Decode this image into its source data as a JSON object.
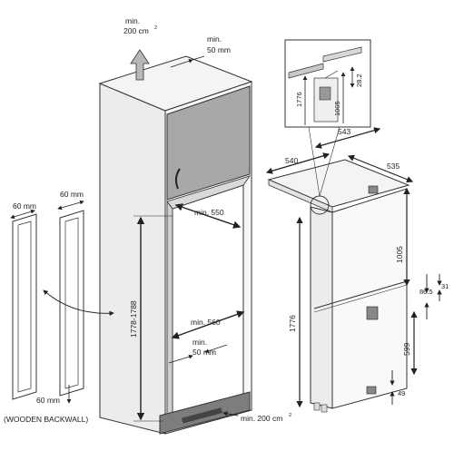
{
  "labels": {
    "vent_top": "min.",
    "vent_top_2": "200 cm",
    "vent_top_sup": "2",
    "top_gap": "min.",
    "top_gap_2": "50 mm",
    "side_strip_left": "60 mm",
    "side_strip_right": "60 mm",
    "bottom_strip": "60 mm",
    "wooden_backwall": "(WOODEN BACKWALL)",
    "depth_550": "min. 550",
    "width_560": "min. 560",
    "rear_gap": "min.",
    "rear_gap_2": "50 mm",
    "niche_height": "1778-1788",
    "plinth_vent": "min. 200 cm",
    "plinth_vent_sup": "2",
    "dim_540": "540",
    "dim_543": "543",
    "dim_535": "535",
    "dim_1776": "1776",
    "dim_1005": "1005",
    "dim_599": "599",
    "dim_86_5": "86.5",
    "dim_31": "31",
    "dim_49": "49",
    "inset_1776": "1776",
    "inset_1005": "1005",
    "inset_28_2": "28.2"
  },
  "colors": {
    "line": "#333333",
    "cabinet_side": "#e8e8e8",
    "cabinet_front": "#f3f3f3",
    "door_panel": "#a9a9a9",
    "plinth": "#7a7a7a",
    "fridge_body": "#f7f7f7"
  }
}
